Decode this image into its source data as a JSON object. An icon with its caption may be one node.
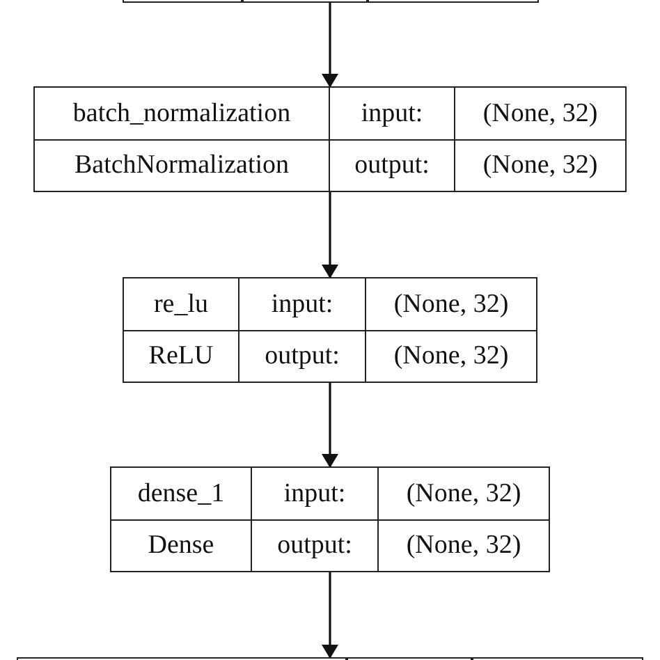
{
  "diagram": {
    "nodes": [
      {
        "text": [],
        "shape": "box"
      },
      {
        "text": [
          "batch_normalization",
          "input:",
          "(None, 32)",
          "BatchNormalization",
          "output:",
          "(None, 32)"
        ]
      },
      {
        "text": [
          "re_lu",
          "input:",
          "(None, 32)",
          "ReLU",
          "output:",
          "(None, 32)"
        ]
      },
      {
        "text": [
          "dense_1",
          "input:",
          "(None, 32)",
          "Dense",
          "output:",
          "(None, 32)"
        ]
      },
      {
        "text": [],
        "shape": "box"
      }
    ],
    "edges": [
      {
        "from": 0,
        "to": 1,
        "arrow": "to"
      },
      {
        "from": 1,
        "to": 2,
        "arrow": "to"
      },
      {
        "from": 2,
        "to": 3,
        "arrow": "to"
      },
      {
        "from": 3,
        "to": 4,
        "arrow": "to"
      }
    ]
  }
}
